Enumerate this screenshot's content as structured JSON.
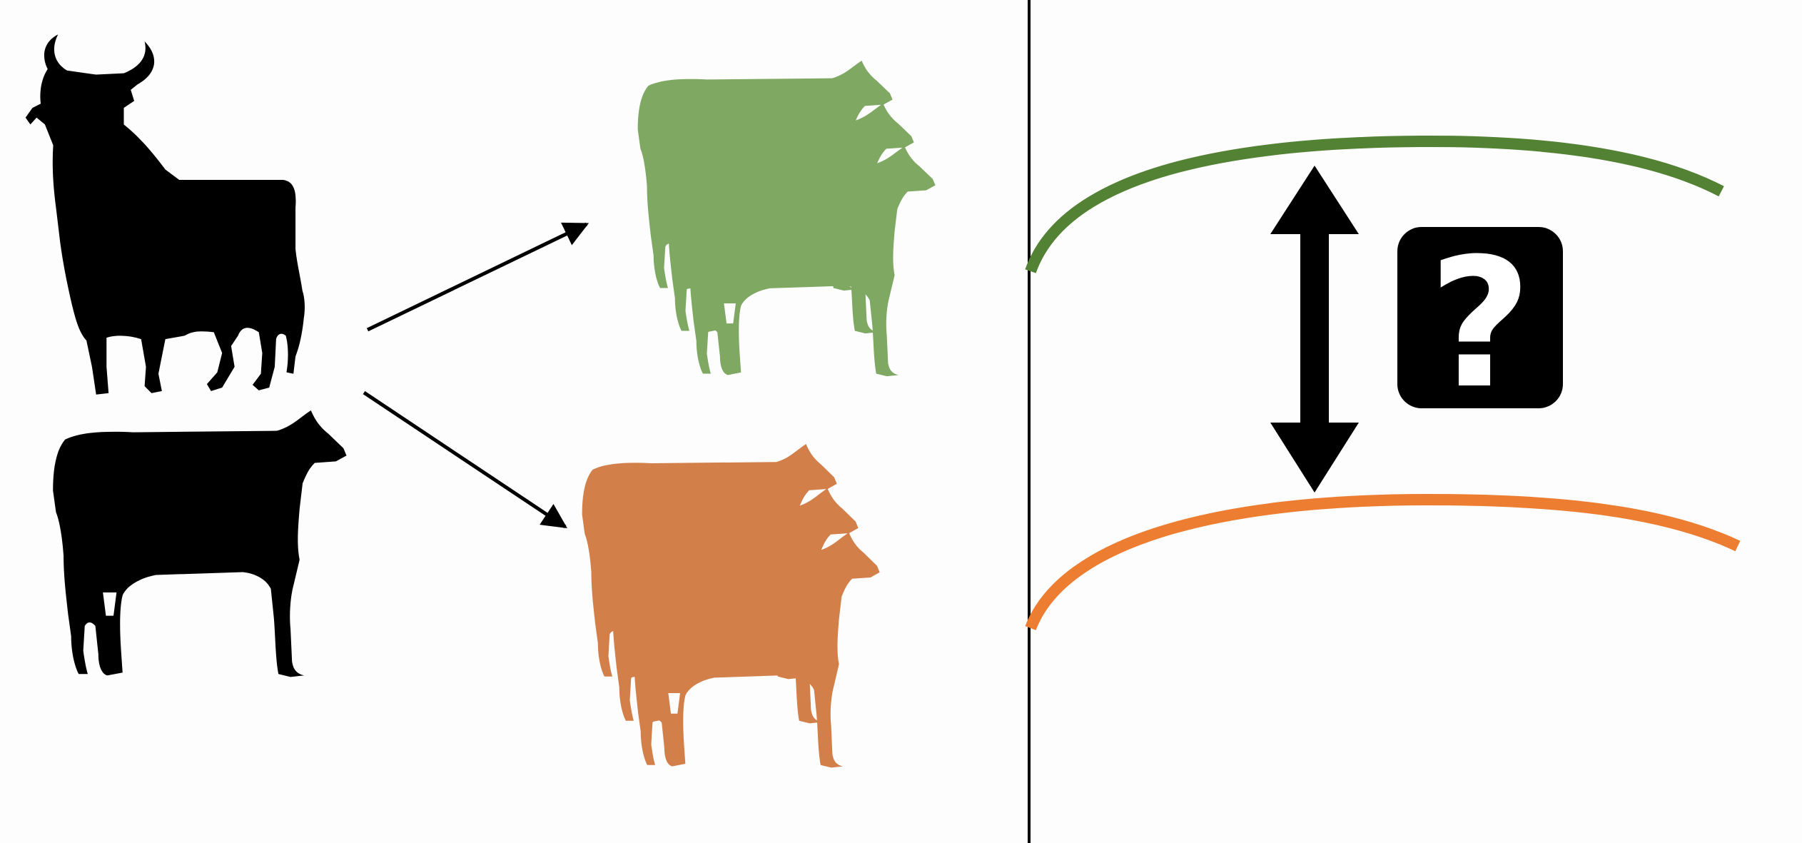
{
  "colors": {
    "background": "#fdfdfd",
    "silhouette": "#000000",
    "offspring_green": "#7fa863",
    "offspring_orange": "#d27f4a",
    "curve_green": "#548235",
    "curve_orange": "#ed7d31",
    "divider": "#000000"
  },
  "left_panel": {
    "parents": [
      {
        "name": "bull",
        "icon": "bull-silhouette-icon"
      },
      {
        "name": "cow",
        "icon": "cow-silhouette-icon"
      }
    ],
    "offspring": [
      {
        "name": "green-offspring-group",
        "icon": "cow-group-icon",
        "color_key": "offspring_green",
        "count": 3
      },
      {
        "name": "orange-offspring-group",
        "icon": "cow-group-icon",
        "color_key": "offspring_orange",
        "count": 3
      }
    ]
  },
  "right_panel": {
    "curves": [
      {
        "name": "green-curve",
        "color_key": "curve_green"
      },
      {
        "name": "orange-curve",
        "color_key": "curve_orange"
      }
    ],
    "comparison_icon": "double-headed-arrow-icon",
    "unknown_icon": "question-mark-icon",
    "unknown_symbol": "?"
  }
}
